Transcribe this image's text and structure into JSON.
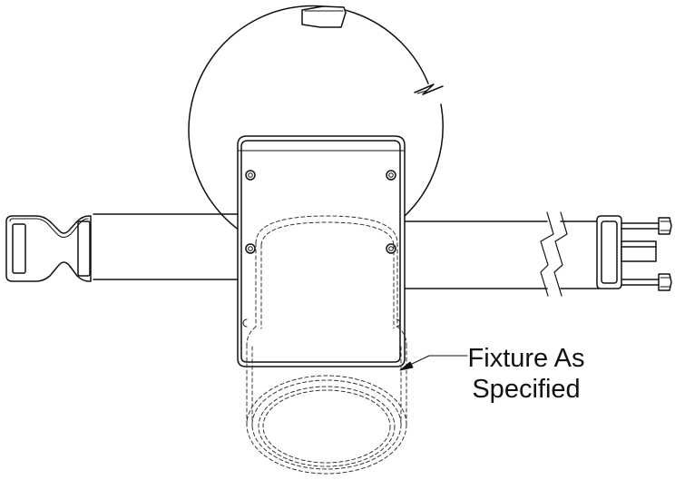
{
  "callout": {
    "line1": "Fixture As",
    "line2": "Specified"
  },
  "components": {
    "strap": "strap-band",
    "buckle": "side-release-buckle-icon",
    "adjuster": "strap-adjuster-icon",
    "pole": "round-pole-icon",
    "bracket": "mounting-bracket-icon",
    "fixture": "cylindrical-fixture-icon"
  },
  "colors": {
    "line": "#111111",
    "hidden_line": "#333333"
  }
}
